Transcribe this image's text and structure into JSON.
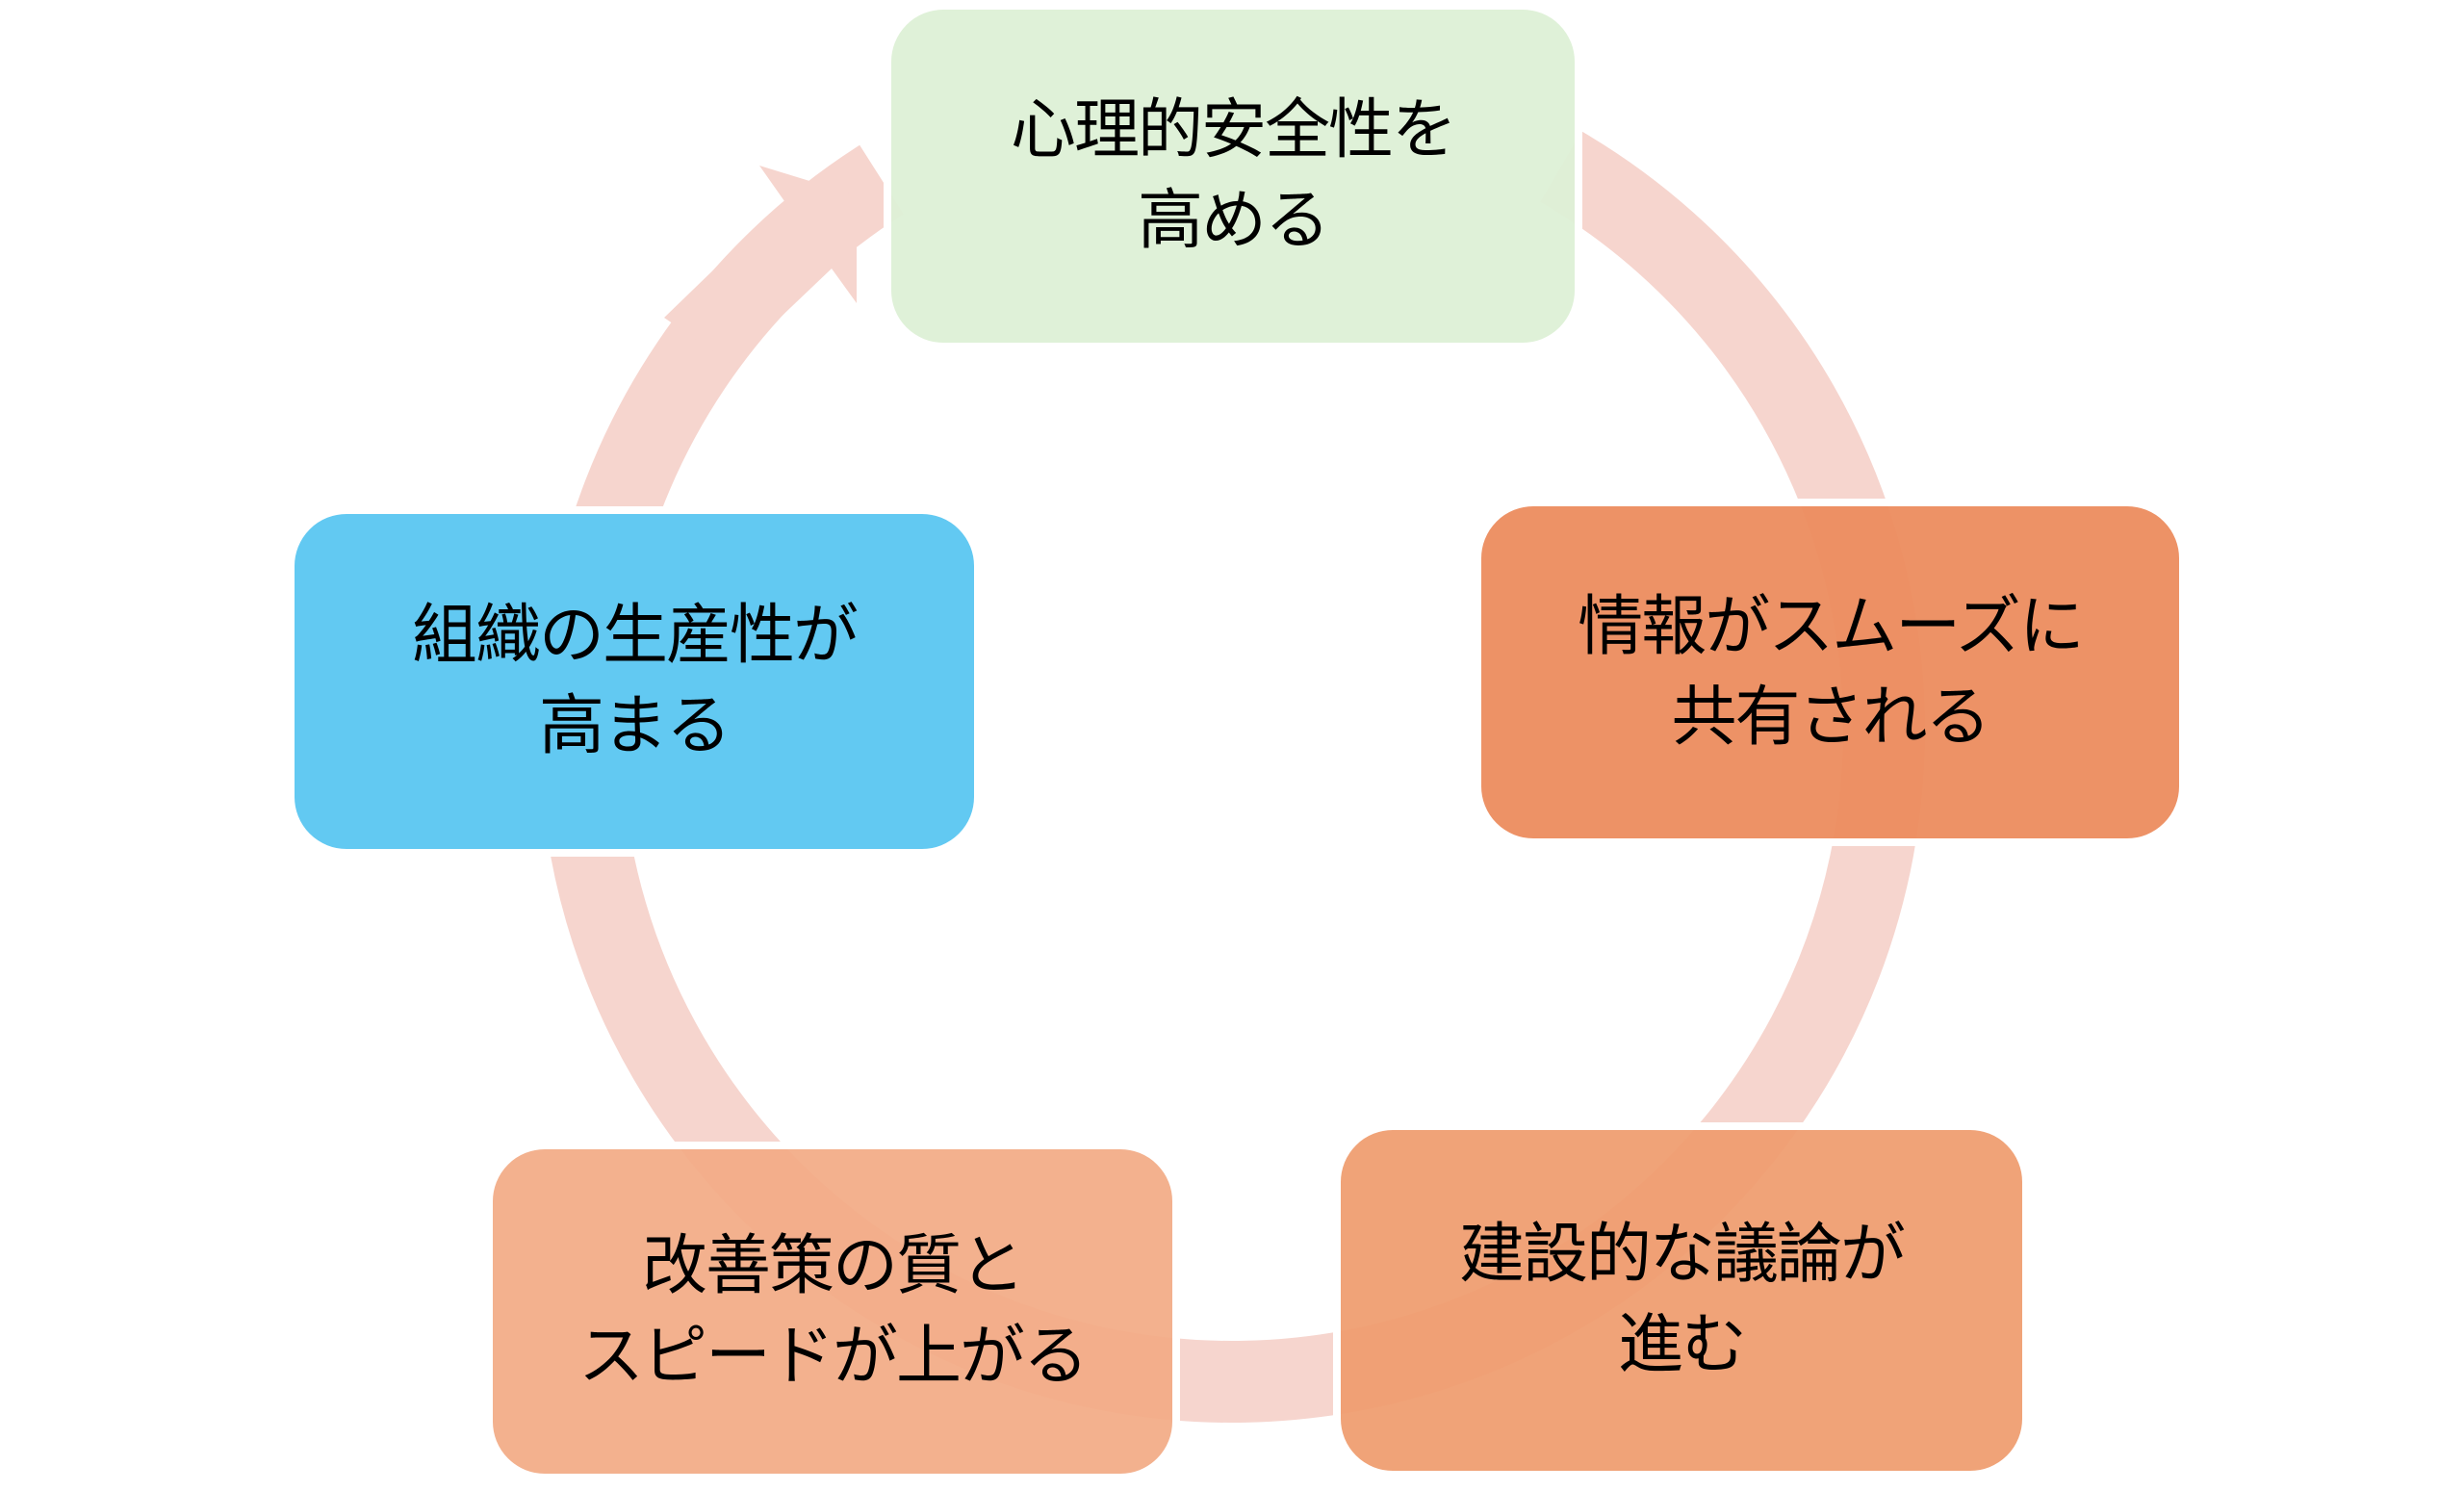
{
  "diagram": {
    "type": "cycle",
    "direction": "clockwise",
    "ring_color": "#F6D5CE",
    "nodes": [
      {
        "id": "psych-safety",
        "lines": [
          "心理的安全性を",
          "高める"
        ],
        "color": "#DDF0D6",
        "opacity": 0.95
      },
      {
        "id": "info-sharing",
        "lines": [
          "情報がスムーズに",
          "共有される"
        ],
        "color": "#EC8C5E",
        "opacity": 0.95
      },
      {
        "id": "constructive-discussion",
        "lines": [
          "建設的な議論が",
          "進む"
        ],
        "color": "#EF9C6E",
        "opacity": 0.93
      },
      {
        "id": "improvement-quality",
        "lines": [
          "改善策の質と",
          "スピードが上がる"
        ],
        "color": "#F2AB85",
        "opacity": 0.93
      },
      {
        "id": "productivity",
        "lines": [
          "組織の生産性が",
          "高まる"
        ],
        "color": "#62C9F2",
        "opacity": 1
      }
    ]
  }
}
